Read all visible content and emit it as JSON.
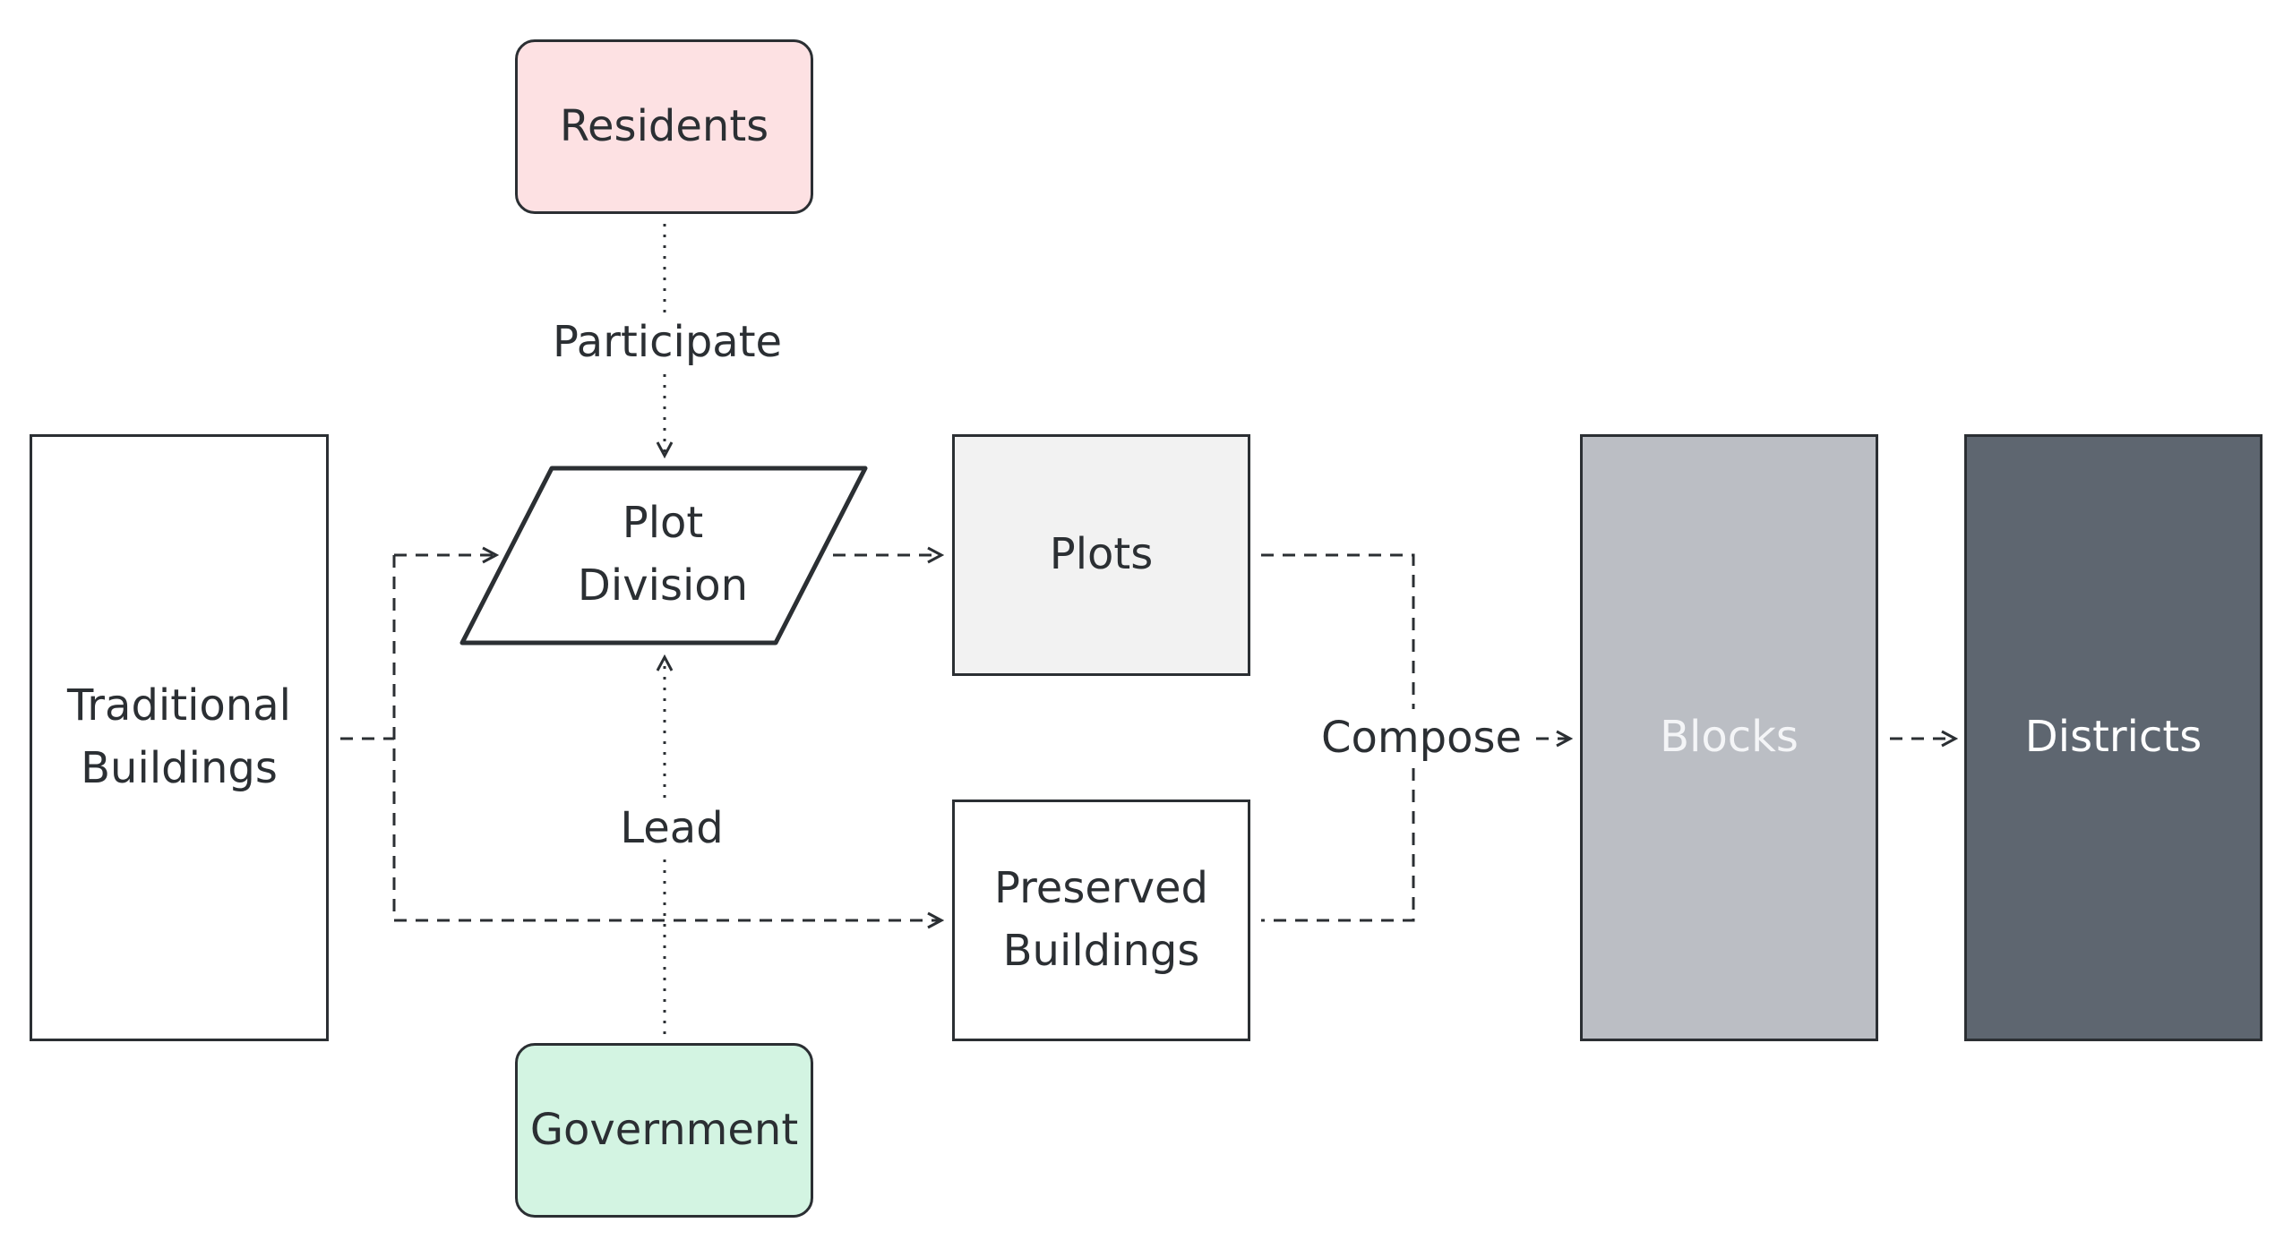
{
  "nodes": {
    "residents": {
      "label": "Residents",
      "fill": "#fde1e3"
    },
    "government": {
      "label": "Government",
      "fill": "#d3f4e2"
    },
    "traditional_buildings": {
      "line1": "Traditional",
      "line2": "Buildings",
      "fill": "#ffffff"
    },
    "plot_division": {
      "line1": "Plot",
      "line2": "Division",
      "fill": "#ffffff"
    },
    "plots": {
      "label": "Plots",
      "fill": "#f2f2f2"
    },
    "preserved_buildings": {
      "line1": "Preserved",
      "line2": "Buildings",
      "fill": "#ffffff"
    },
    "blocks": {
      "label": "Blocks",
      "fill": "#bbbec4",
      "text_color": "#f4f5f7"
    },
    "districts": {
      "label": "Districts",
      "fill": "#5e6670",
      "text_color": "#ffffff"
    }
  },
  "edge_labels": {
    "participate": "Participate",
    "lead": "Lead",
    "compose": "Compose"
  },
  "colors": {
    "stroke": "#2b2f33",
    "text": "#2b2f33"
  }
}
